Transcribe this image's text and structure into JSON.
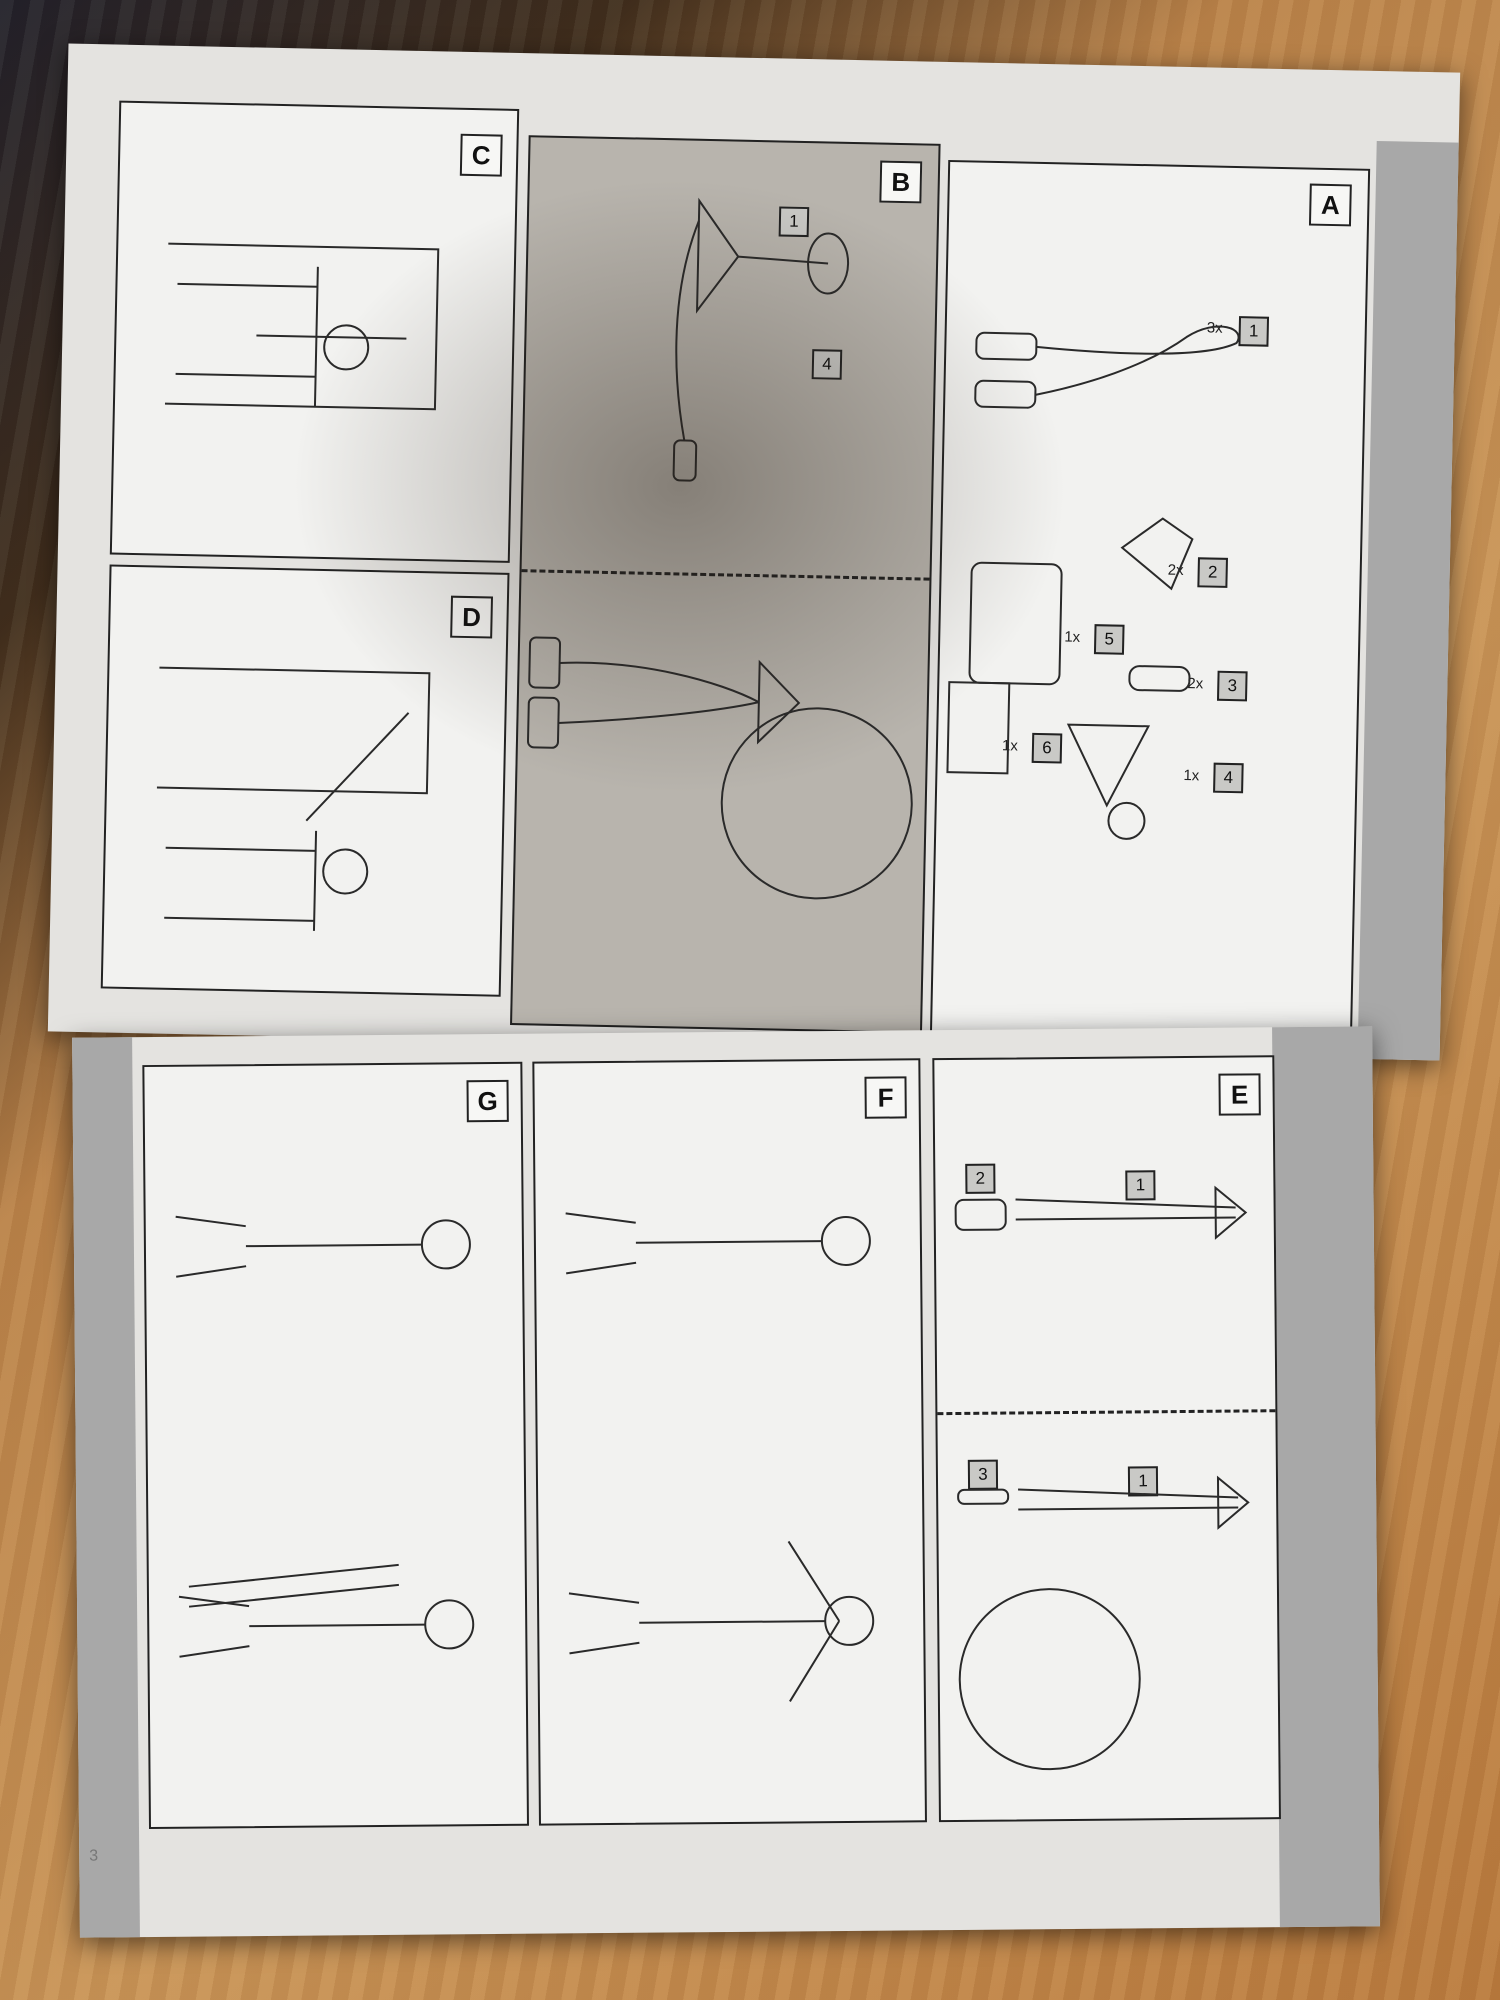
{
  "colors": {
    "paper": "#e4e3e0",
    "panel": "#f2f2f0",
    "ink": "#222222",
    "wood": "#c89458"
  },
  "top_page": {
    "panels": [
      {
        "label": "A"
      },
      {
        "label": "B"
      },
      {
        "label": "C"
      },
      {
        "label": "D"
      }
    ],
    "parts": [
      {
        "qty": "3x",
        "num": "1"
      },
      {
        "qty": "2x",
        "num": "2"
      },
      {
        "qty": "2x",
        "num": "3"
      },
      {
        "qty": "1x",
        "num": "4"
      },
      {
        "qty": "1x",
        "num": "5"
      },
      {
        "qty": "1x",
        "num": "6"
      }
    ],
    "b_callouts": [
      "1",
      "4"
    ]
  },
  "bottom_page": {
    "panels": [
      {
        "label": "E"
      },
      {
        "label": "F"
      },
      {
        "label": "G"
      }
    ],
    "e_callouts": [
      "2",
      "1",
      "3",
      "1"
    ],
    "page_number": "3"
  }
}
